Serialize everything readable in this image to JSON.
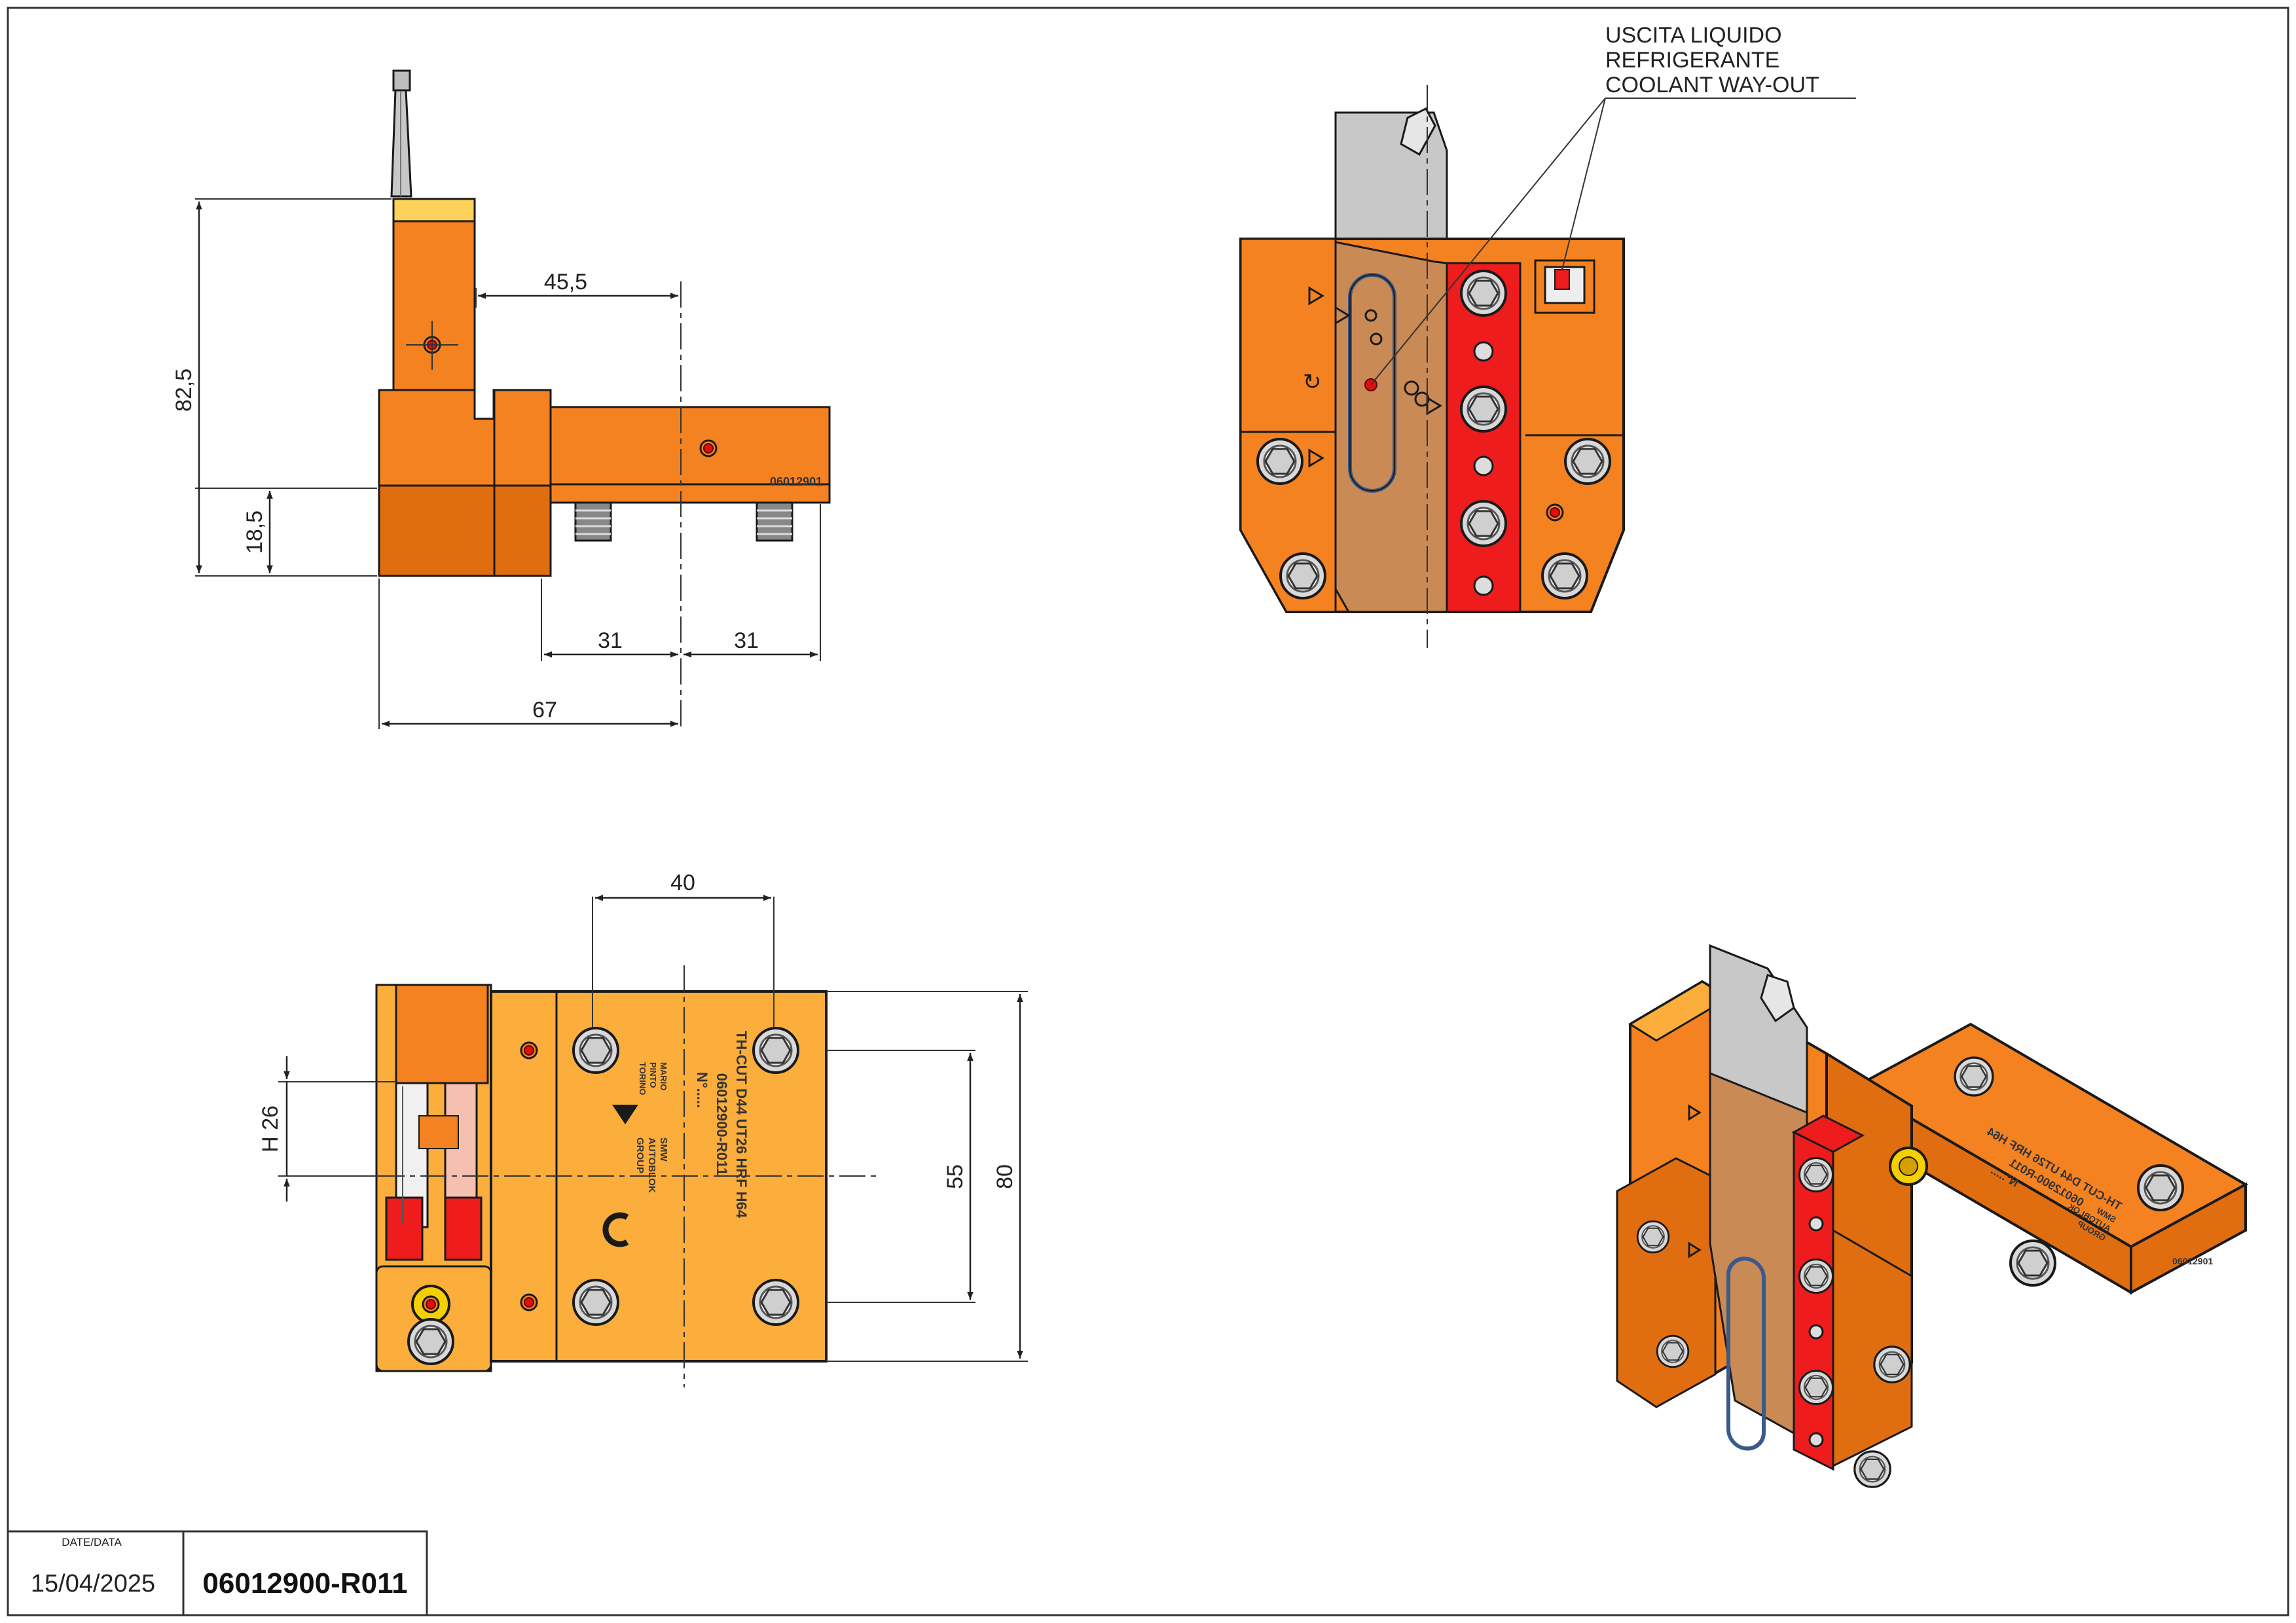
{
  "top_view": {
    "dims": {
      "height_total": "82,5",
      "height_base": "18,5",
      "offset_center": "45,5",
      "bolt_left": "31",
      "bolt_right": "31",
      "overall_width": "67"
    },
    "body_marking": "06012901"
  },
  "front_view": {
    "coolant_note": [
      "USCITA LIQUIDO",
      "REFRIGERANTE",
      "COOLANT WAY-OUT"
    ]
  },
  "plan_view": {
    "dims": {
      "bolt_spacing": "40",
      "center_height": "H 26",
      "bolt_vertical": "55",
      "overall_height": "80"
    },
    "engraving": {
      "product": "TH-CUT D44 UT26 HRF H64",
      "code": "06012900-R011",
      "serial": "N°.....",
      "brand": [
        "SMW",
        "AUTOBLOK",
        "GROUP"
      ],
      "maker": [
        "MARIO",
        "PINTO",
        "TORINO"
      ]
    }
  },
  "iso_view": {
    "engraving": {
      "product": "TH-CUT D44 UT26 HRF H64",
      "code": "06012900-R011",
      "serial": "N°.....",
      "brand": [
        "SMW",
        "AUTOBLOK",
        "GROUP"
      ],
      "marking": "06012901"
    }
  },
  "title_block": {
    "date_label": "DATE/DATA",
    "date": "15/04/2025",
    "drawing_code": "06012900-R011"
  },
  "colors": {
    "orange_body": "#F58220",
    "orange_shade": "#E06E10",
    "orange_light": "#FBAE3C",
    "red_clamp": "#EE1C1C",
    "blade_grey": "#C8C8C8",
    "copper": "#C98A55",
    "outline": "#1a1a1a"
  }
}
